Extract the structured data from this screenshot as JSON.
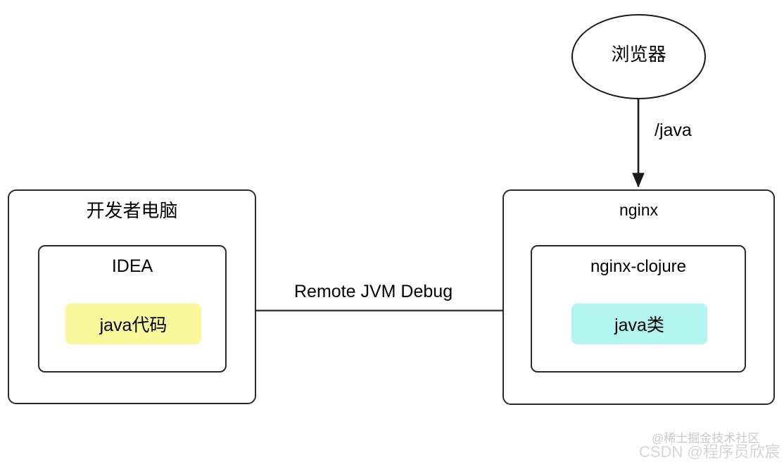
{
  "diagram": {
    "title_text": "",
    "background": "#ffffff",
    "stroke_color": "#2b2b2b",
    "nodes": {
      "browser": {
        "label": "浏览器",
        "shape": "ellipse"
      },
      "developer_machine": {
        "label": "开发者电脑",
        "shape": "rounded-rect"
      },
      "idea": {
        "label": "IDEA",
        "shape": "rounded-rect"
      },
      "java_code": {
        "label": "java代码",
        "shape": "chip",
        "fill": "#faf89a"
      },
      "nginx": {
        "label": "nginx",
        "shape": "rounded-rect"
      },
      "nginx_clojure": {
        "label": "nginx-clojure",
        "shape": "rounded-rect"
      },
      "java_class": {
        "label": "java类",
        "shape": "chip",
        "fill": "#b2f5f0"
      }
    },
    "edges": [
      {
        "id": "browser-to-nginx",
        "from": "browser",
        "to": "nginx",
        "label": "/java",
        "direction": "down"
      },
      {
        "id": "idea-to-nginx-clojure",
        "from": "idea",
        "to": "nginx_clojure",
        "label": "Remote JVM Debug",
        "direction": "right"
      }
    ]
  },
  "watermarks": {
    "juejin": "@稀土掘金技术社区",
    "csdn": "CSDN @程序员欣宸"
  }
}
